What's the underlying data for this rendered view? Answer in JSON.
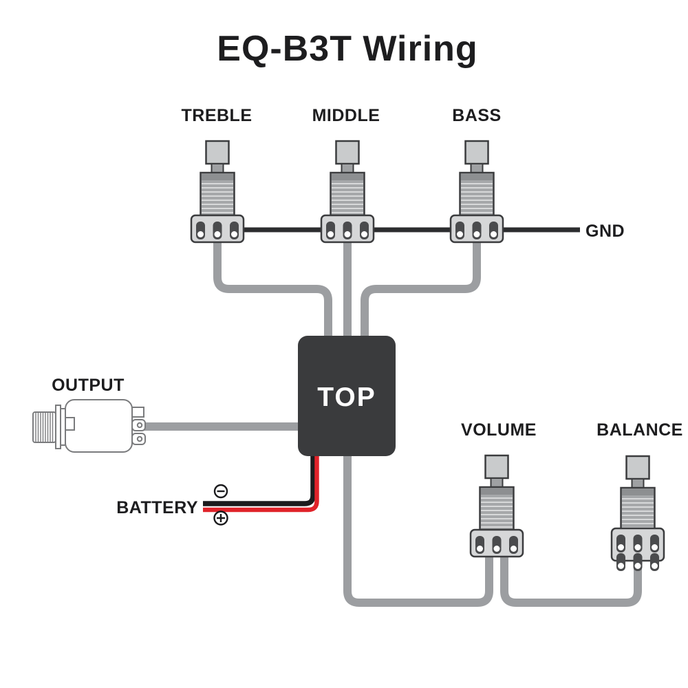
{
  "title": "EQ-B3T Wiring",
  "labels": {
    "treble": "TREBLE",
    "middle": "MIDDLE",
    "bass": "BASS",
    "gnd": "GND",
    "output": "OUTPUT",
    "top": "TOP",
    "battery": "BATTERY",
    "volume": "VOLUME",
    "balance": "BALANCE"
  },
  "icons": {
    "battery_negative": "circled-minus",
    "battery_positive": "circled-plus"
  },
  "colors": {
    "background": "#ffffff",
    "text": "#1d1d1f",
    "wire-gray": "#9c9ea1",
    "wire-black": "#1b1b1d",
    "wire-red": "#e0232a",
    "gnd-bus": "#2c2d2f",
    "box-fill": "#3a3b3d",
    "box-text": "#ffffff",
    "pot-body": "#d6d7d8",
    "pot-knob": "#c9cbcc",
    "pot-shaft": "#a6a8aa",
    "pot-lug": "#4a4b4d",
    "outline": "#3b3c3e",
    "jack-outline": "#7a7b7d"
  }
}
